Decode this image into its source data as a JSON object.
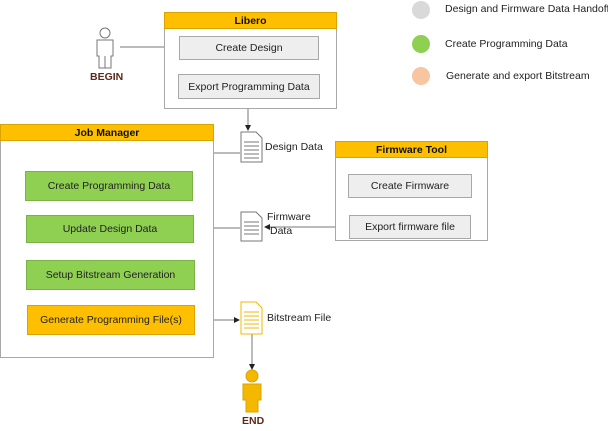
{
  "legend": [
    {
      "label": "Design and Firmware Data Handoff",
      "color": "#d9d9d9"
    },
    {
      "label": "Create Programming Data",
      "color": "#8fd053"
    },
    {
      "label": "Generate and export Bitstream",
      "color": "#f7c59f"
    }
  ],
  "begin": {
    "label": "BEGIN"
  },
  "end": {
    "label": "END"
  },
  "libero": {
    "title": "Libero",
    "steps": [
      "Create Design",
      "Export Programming Data"
    ]
  },
  "job_manager": {
    "title": "Job Manager",
    "steps": [
      "Create Programming Data",
      "Update Design Data",
      "Setup Bitstream Generation",
      "Generate Programming File(s)"
    ]
  },
  "firmware_tool": {
    "title": "Firmware Tool",
    "steps": [
      "Create Firmware",
      "Export firmware file"
    ]
  },
  "artifacts": {
    "design_data": "Design Data",
    "firmware_data_1": "Firmware",
    "firmware_data_2": "Data",
    "bitstream_file": "Bitstream File"
  },
  "colors": {
    "header": "#fdbf00",
    "green": "#8fd053",
    "gray": "#eeeeee",
    "end_person": "#f5b800",
    "begin_text": "#5a2a1a"
  }
}
